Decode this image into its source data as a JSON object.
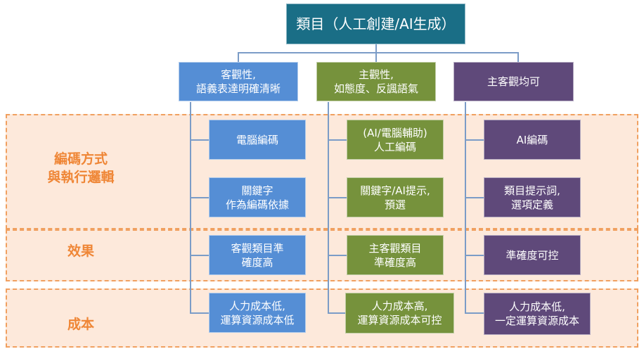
{
  "root": {
    "label": "類目（人工創建/AI生成）",
    "color": "#1a6e86"
  },
  "rows": [
    {
      "label": "編碼方式\n與執行邏輯"
    },
    {
      "label": "效果"
    },
    {
      "label": "成本"
    }
  ],
  "columns": [
    {
      "header": "客觀性,\n語義表達明確清晰",
      "color": "#558ed5",
      "items": [
        "電腦編碼",
        "關鍵字\n作為編碼依據",
        "客觀類目準\n確度高",
        "人力成本低,\n運算資源成本低"
      ]
    },
    {
      "header": "主觀性,\n如態度、反諷語氣",
      "color": "#76923c",
      "items": [
        "(AI/電腦輔助)\n人工編碼",
        "關鍵字/AI提示,\n預選",
        "主客觀類目\n準確度高",
        "人力成本高,\n運算資源成本可控"
      ]
    },
    {
      "header": "主客觀均可",
      "color": "#5f497a",
      "items": [
        "AI編碼",
        "類目提示詞,\n選項定義",
        "準確度可控",
        "人力成本低,\n一定運算資源成本"
      ]
    }
  ],
  "band_color": "#fde9db",
  "band_border_color": "#f0a060",
  "band_label_color": "#ef8636",
  "connector_color": "#7b9cc7"
}
